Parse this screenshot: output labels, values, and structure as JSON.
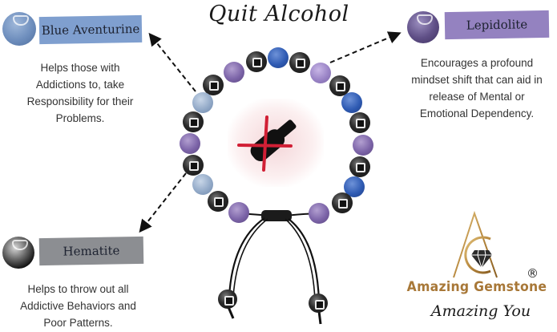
{
  "title": "Quit Alcohol",
  "stones": {
    "blue_aventurine": {
      "name": "Blue Aventurine",
      "band_color": "#7f9fcf",
      "ball_color": "#6f8fbf",
      "description_lines": [
        "Helps those with",
        "Addictions to, take",
        "Responsibility for their",
        "Problems."
      ]
    },
    "lepidolite": {
      "name": "Lepidolite",
      "band_color": "#9482c0",
      "ball_color": "#6b5a8e",
      "description_lines": [
        "Encourages a profound",
        "mindset shift that can aid in",
        "release of Mental or",
        "Emotional Dependency."
      ]
    },
    "hematite": {
      "name": "Hematite",
      "band_color": "#8c8e92",
      "ball_color": "#3a3a3a",
      "description_lines": [
        "Helps to throw out all",
        "Addictive Behaviors and",
        "Poor Patterns."
      ]
    }
  },
  "center_icon": "no-alcohol-bottle-icon",
  "brand": {
    "name": "Amazing Gemstone",
    "tagline": "Amazing You",
    "registered_mark": "®",
    "gold_color": "#b8893f"
  }
}
